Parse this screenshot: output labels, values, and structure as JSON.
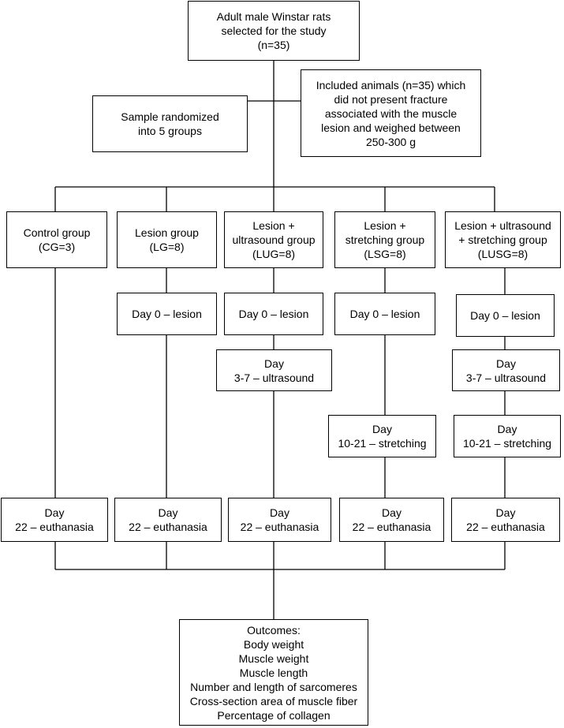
{
  "start": {
    "lines": [
      "Adult male Winstar rats",
      "selected for the study",
      "(n=35)"
    ]
  },
  "randomized": {
    "lines": [
      "Sample randomized",
      "into 5 groups"
    ]
  },
  "included": {
    "lines": [
      "Included animals (n=35) which",
      "did not present fracture",
      "associated with the muscle",
      "lesion and weighed between",
      "250-300 g"
    ]
  },
  "groups": [
    {
      "lines": [
        "Control group",
        "(CG=3)"
      ]
    },
    {
      "lines": [
        "Lesion group",
        "(LG=8)"
      ]
    },
    {
      "lines": [
        "Lesion +",
        "ultrasound group",
        "(LUG=8)"
      ]
    },
    {
      "lines": [
        "Lesion +",
        "stretching group",
        "(LSG=8)"
      ]
    },
    {
      "lines": [
        "Lesion + ultrasound",
        "+ stretching group",
        "(LUSG=8)"
      ]
    }
  ],
  "steps": {
    "lesion": "Day 0 – lesion",
    "ultrasound": [
      "Day",
      "3-7 – ultrasound"
    ],
    "stretching": [
      "Day",
      "10-21 – stretching"
    ],
    "euthanasia": [
      "Day",
      "22 – euthanasia"
    ]
  },
  "outcomes": {
    "lines": [
      "Outcomes:",
      "Body weight",
      "Muscle weight",
      "Muscle length",
      "Number and length of sarcomeres",
      "Cross-section area of muscle fiber",
      "Percentage of collagen"
    ]
  }
}
